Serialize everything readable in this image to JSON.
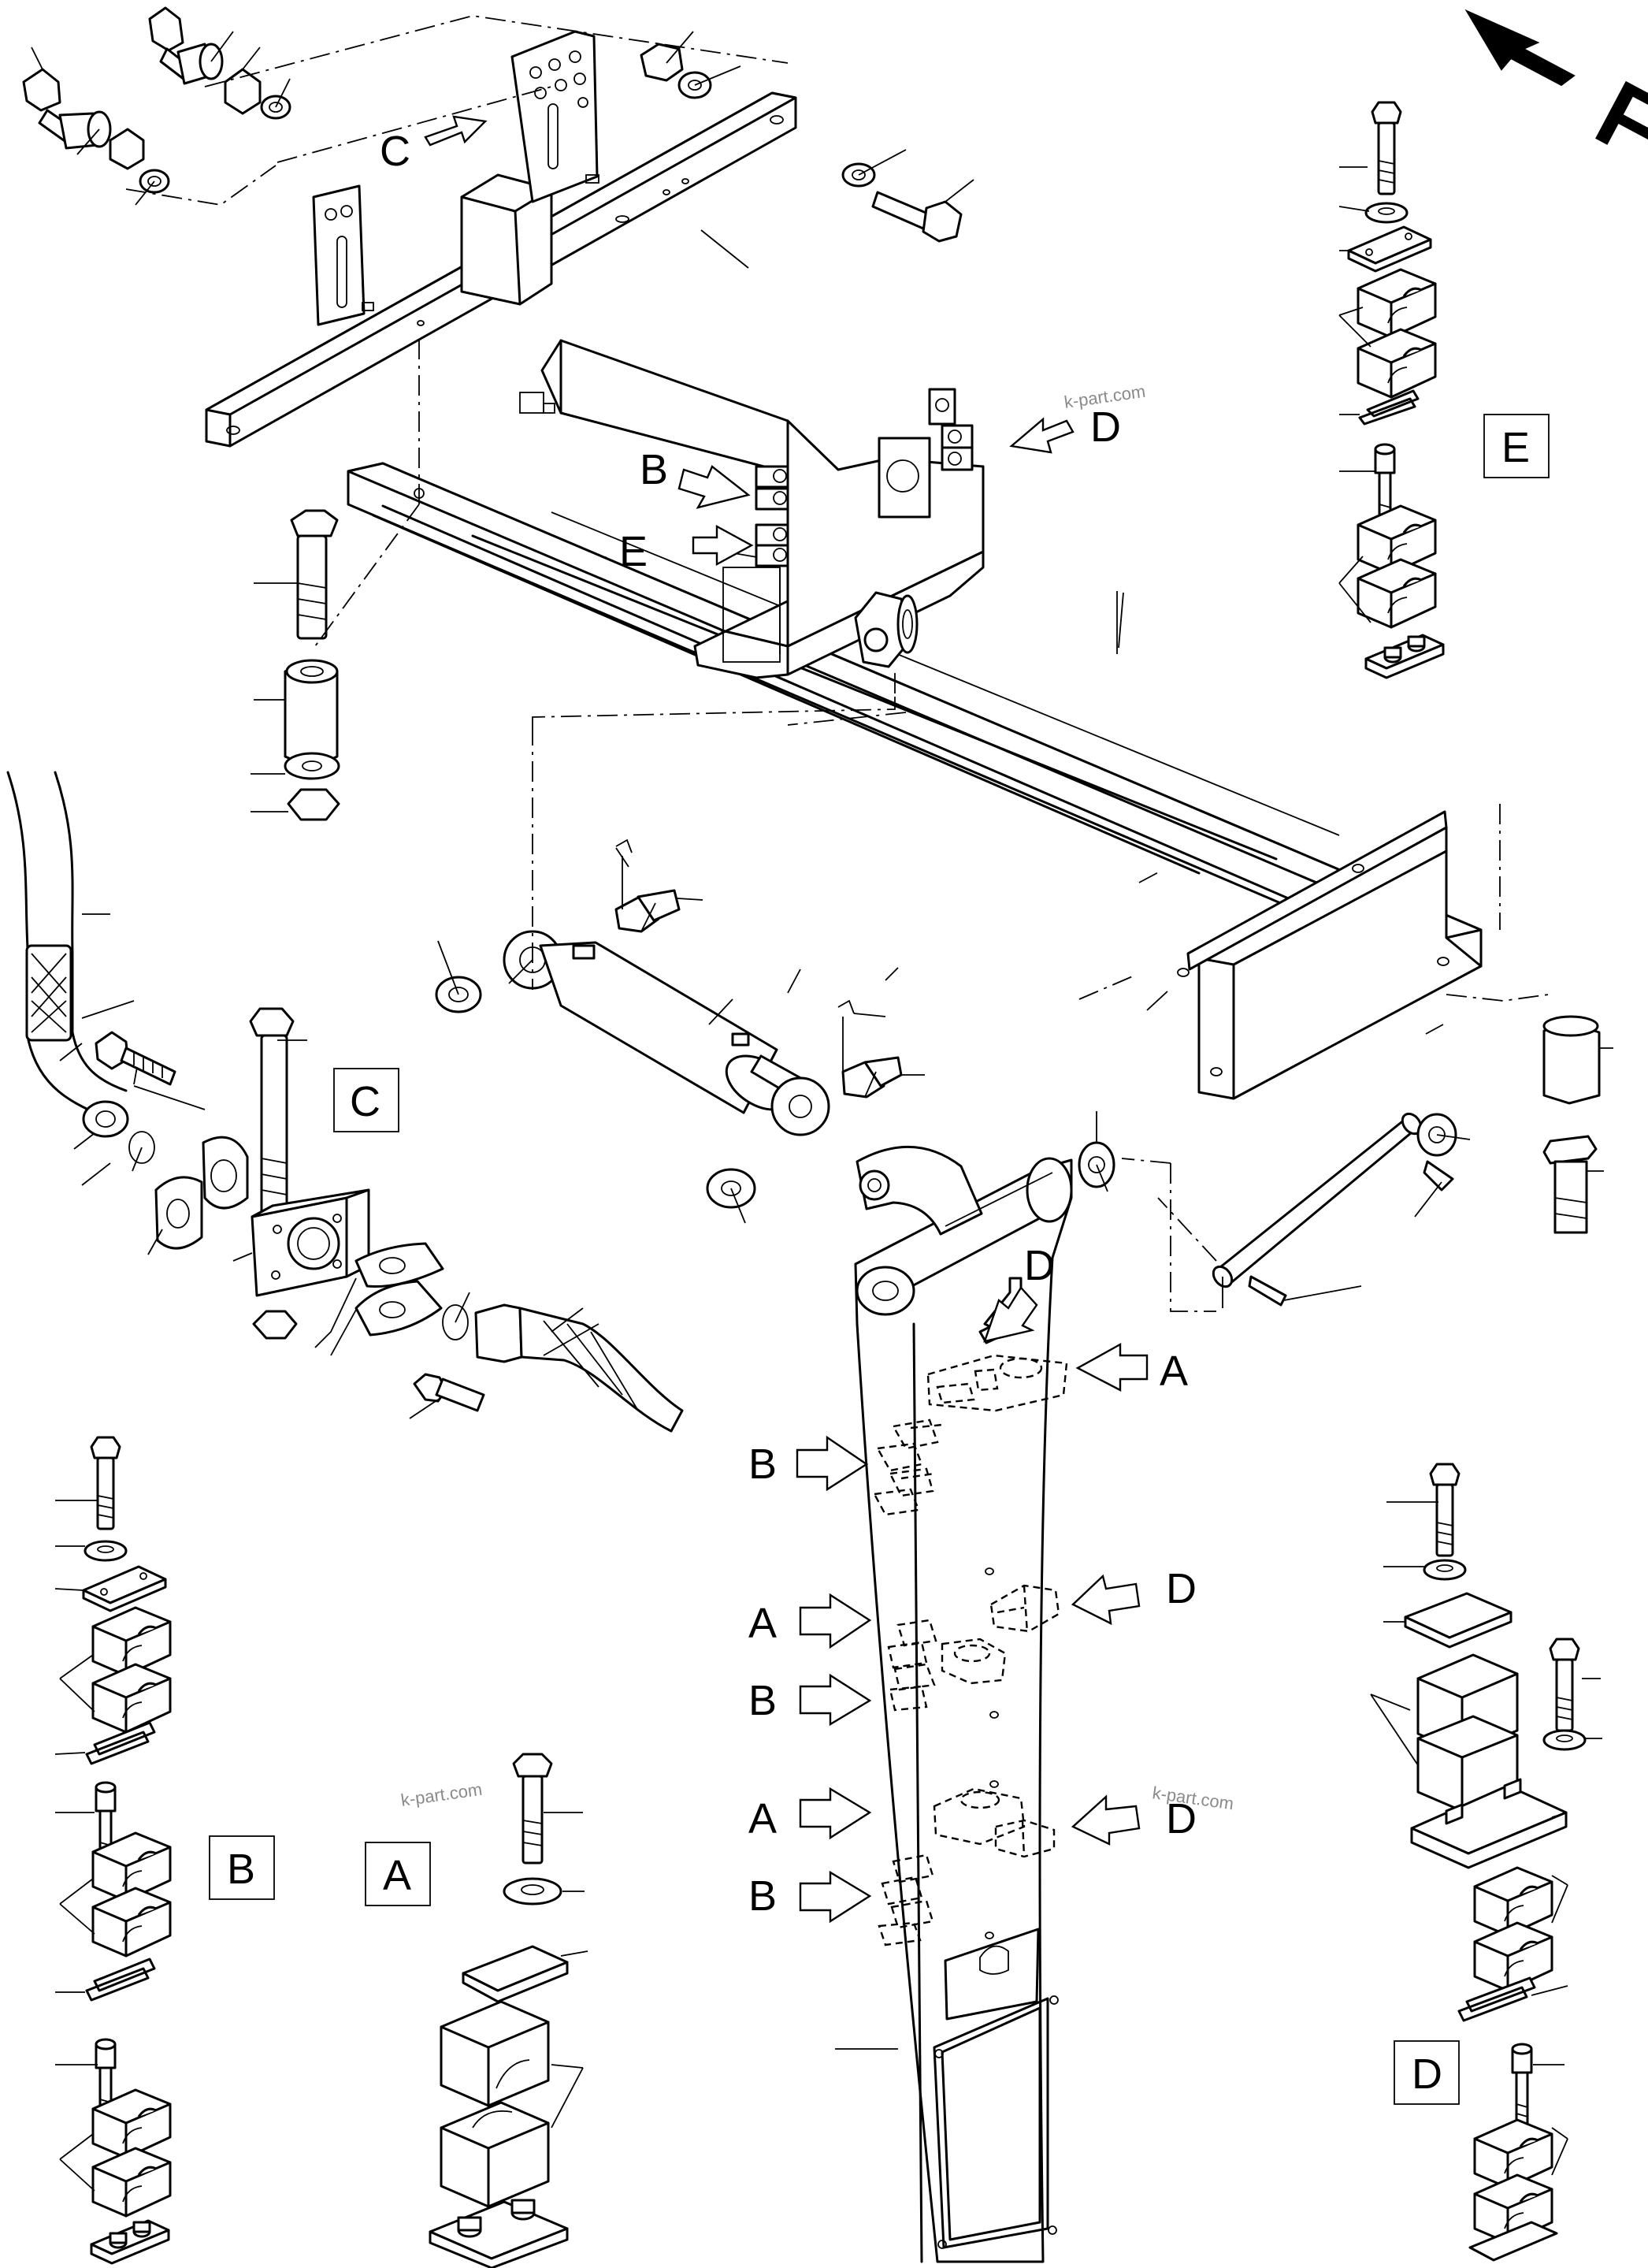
{
  "watermark": "k-part.com",
  "direction_letter": "F",
  "callouts": {
    "top_c": "C",
    "top_b": "B",
    "top_e": "E",
    "top_d": "D",
    "arm_d_top": "D",
    "arm_a1": "A",
    "arm_b1": "B",
    "arm_d2": "D",
    "arm_a2": "A",
    "arm_b2": "B",
    "arm_a3": "A",
    "arm_d3": "D",
    "arm_b3": "B"
  },
  "detail_boxes": {
    "e": "E",
    "c": "C",
    "b": "B",
    "a": "A",
    "d": "D"
  }
}
